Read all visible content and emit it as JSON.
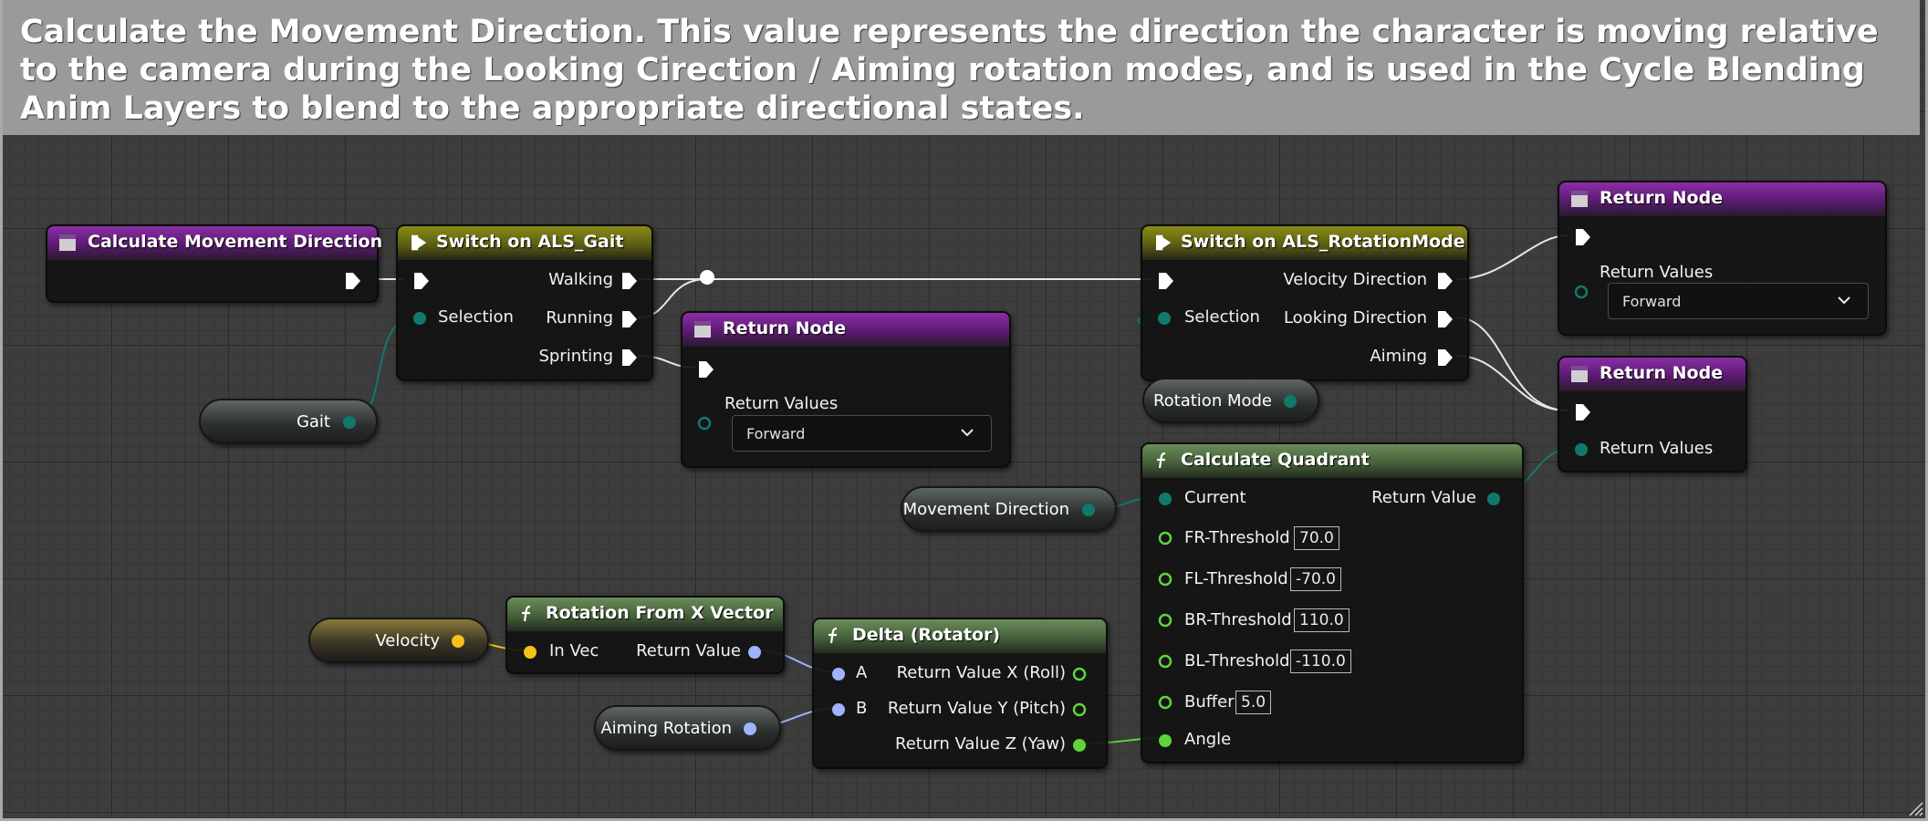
{
  "comment": {
    "text": "Calculate the Movement Direction. This value represents the direction the character is moving relative to the camera during the Looking Cirection / Aiming rotation modes, and is used in the Cycle Blending Anim Layers to blend to the appropriate directional states."
  },
  "nodes": {
    "entry": {
      "title": "Calculate Movement Direction"
    },
    "switch_gait": {
      "title": "Switch on ALS_Gait",
      "selection": "Selection",
      "walking": "Walking",
      "running": "Running",
      "sprinting": "Sprinting"
    },
    "return1": {
      "title": "Return Node",
      "return_values": "Return Values",
      "value": "Forward"
    },
    "switch_rotation": {
      "title": "Switch on ALS_RotationMode",
      "selection": "Selection",
      "velocity": "Velocity Direction",
      "looking": "Looking Direction",
      "aiming": "Aiming"
    },
    "return2": {
      "title": "Return Node",
      "return_values": "Return Values",
      "value": "Forward"
    },
    "return3": {
      "title": "Return Node",
      "return_values": "Return Values"
    },
    "quadrant": {
      "title": "Calculate Quadrant",
      "current": "Current",
      "return_value": "Return Value",
      "fr": "FR-Threshold",
      "fr_value": "70.0",
      "fl": "FL-Threshold",
      "fl_value": "-70.0",
      "br": "BR-Threshold",
      "br_value": "110.0",
      "bl": "BL-Threshold",
      "bl_value": "-110.0",
      "buffer": "Buffer",
      "buffer_value": "5.0",
      "angle": "Angle"
    },
    "rot_from_x": {
      "title": "Rotation From X Vector",
      "in_vec": "In Vec",
      "return_value": "Return Value"
    },
    "delta": {
      "title": "Delta (Rotator)",
      "a": "A",
      "b": "B",
      "roll": "Return Value X (Roll)",
      "pitch": "Return Value Y (Pitch)",
      "yaw": "Return Value Z (Yaw)"
    }
  },
  "variables": {
    "gait": "Gait",
    "rotation_mode": "Rotation Mode",
    "movement_direction": "Movement Direction",
    "velocity": "Velocity",
    "aiming_rotation": "Aiming Rotation"
  },
  "colors": {
    "header_function_entry": "#6b2280",
    "header_switch": "#7a7b17",
    "header_pure_function": "#5a7a4c",
    "pin_enum": "#0f7a6c",
    "pin_vector": "#f5c21a",
    "pin_rotator": "#9fb3ff",
    "pin_float": "#5fd43a",
    "exec": "#ffffff"
  },
  "icons": {
    "function_header": "function-entry-icon",
    "switch_header": "switch-node-icon",
    "pure_function_header": "function-f-icon"
  }
}
